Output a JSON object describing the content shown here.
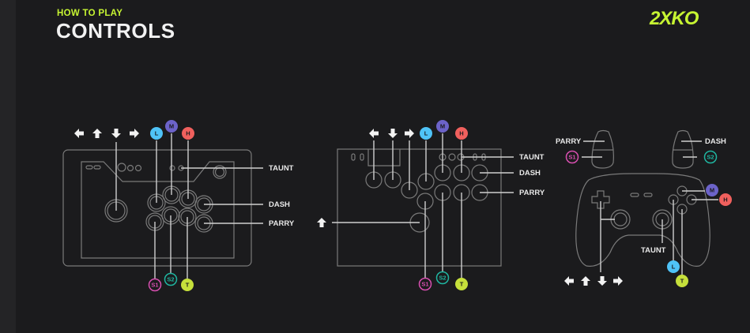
{
  "header": {
    "subtitle": "HOW TO PLAY",
    "title": "CONTROLS",
    "logo": "2XKO"
  },
  "colors": {
    "accent": "#c6f432",
    "light": "#4fc3f7",
    "medium": "#6c63c9",
    "heavy": "#f0605d",
    "s1": "#d84fb0",
    "s2": "#1fb5a0",
    "tag": "#c6e03b"
  },
  "badges": {
    "light": "L",
    "medium": "M",
    "heavy": "H",
    "s1": "S1",
    "s2": "S2",
    "tag": "T"
  },
  "labels": {
    "taunt": "TAUNT",
    "dash": "DASH",
    "parry": "PARRY"
  },
  "icons": [
    "arrow-left-icon",
    "arrow-up-icon",
    "arrow-down-icon",
    "arrow-right-icon"
  ]
}
